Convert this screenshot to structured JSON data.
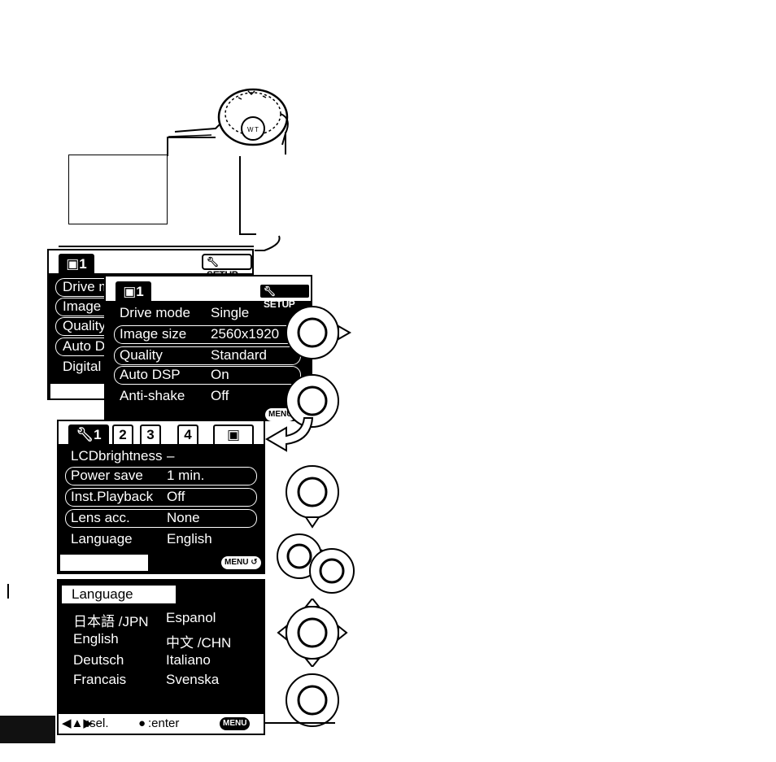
{
  "menu1": {
    "tab_label": "1",
    "setup_label": "SETUP",
    "items": [
      "Drive m",
      "Image",
      "Quality",
      "Auto D",
      "Digital"
    ]
  },
  "menu2": {
    "tab_label": "1",
    "setup_label": "SETUP",
    "rows": [
      {
        "name": "Drive mode",
        "value": "Single"
      },
      {
        "name": "Image size",
        "value": "2560x1920"
      },
      {
        "name": "Quality",
        "value": "Standard"
      },
      {
        "name": "Auto DSP",
        "value": "On"
      },
      {
        "name": "Anti-shake",
        "value": "Off"
      }
    ],
    "menu_label": "MENU"
  },
  "menu3": {
    "tabs": [
      "1",
      "2",
      "3",
      "4"
    ],
    "rows": [
      {
        "name": "LCDbrightness",
        "value": "–"
      },
      {
        "name": "Power save",
        "value": "1 min."
      },
      {
        "name": "Inst.Playback",
        "value": "Off"
      },
      {
        "name": "Lens acc.",
        "value": "None"
      },
      {
        "name": "Language",
        "value": "English"
      }
    ],
    "menu_label": "MENU"
  },
  "menu4": {
    "title": "Language",
    "col1": [
      "日本語 /JPN",
      "English",
      "Deutsch",
      "Francais"
    ],
    "col2": [
      "Espanol",
      "中文 /CHN",
      "Italiano",
      "Svenska"
    ],
    "footer_sel": ":sel.",
    "footer_enter": ":enter",
    "menu_label": "MENU"
  },
  "colors": {
    "screen": "#000000",
    "text": "#ffffff",
    "paper": "#ffffff"
  },
  "icons": [
    "camera-icon",
    "wrench-icon",
    "dial-icon",
    "controller-icon",
    "arrow-icon",
    "return-icon"
  ]
}
